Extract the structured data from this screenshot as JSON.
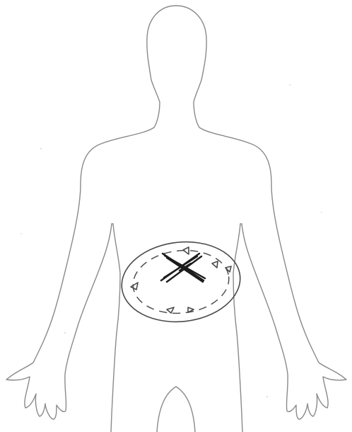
{
  "figure": {
    "kind": "body outline pain drawing",
    "view": "front",
    "marked_region": "abdomen",
    "symbols": [
      "dashed-line",
      "triangles",
      "cross"
    ],
    "colors": {
      "outline": "#8a8a8a",
      "ink": "#4a4a4a",
      "cross": "#1c1c1c",
      "background": "#ffffff"
    }
  }
}
